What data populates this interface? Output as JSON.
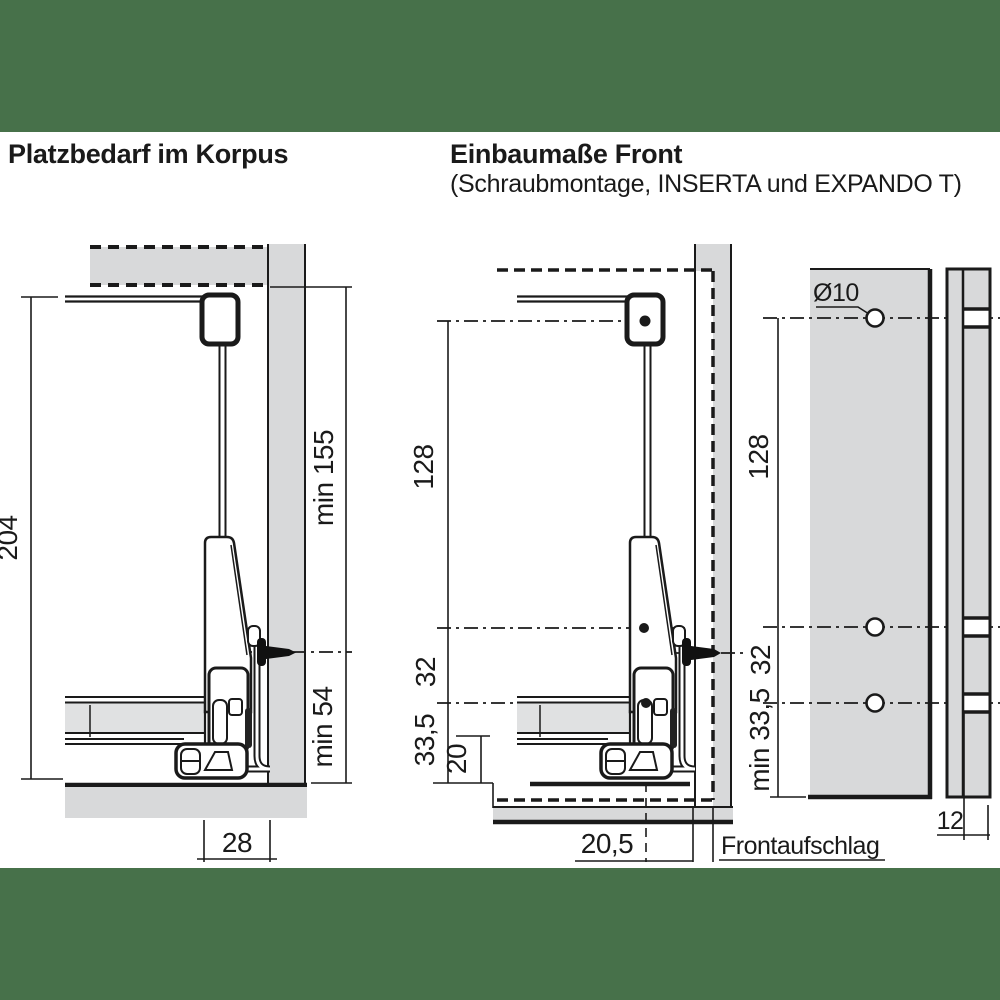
{
  "colors": {
    "brand_green": "#47714a",
    "panel_gray": "#d8d9da",
    "drawer_gray": "#e0e1e2",
    "ink": "#1a1a1a"
  },
  "left_diagram": {
    "title": "Platzbedarf im Korpus",
    "dimensions": {
      "total_height": "204",
      "min_top_clearance": "min 155",
      "min_bottom_clearance": "min 54",
      "rear_depth": "28"
    }
  },
  "front_install": {
    "title": "Einbaumaße Front",
    "subtitle": "(Schraubmontage, INSERTA und EXPANDO T)",
    "dimensions": {
      "hole_pitch_upper": "128",
      "hole_pitch_lower": "32",
      "bottom_offset": "33,5",
      "base_gap": "20",
      "horizontal_offset": "20,5",
      "overlay_label": "Frontaufschlag"
    }
  },
  "front_panel_view": {
    "dimensions": {
      "hole_diameter": "Ø10",
      "hole_pitch_upper": "128",
      "hole_pitch_lower": "32",
      "bottom_min": "min 33,5",
      "hole_depth": "12"
    }
  }
}
